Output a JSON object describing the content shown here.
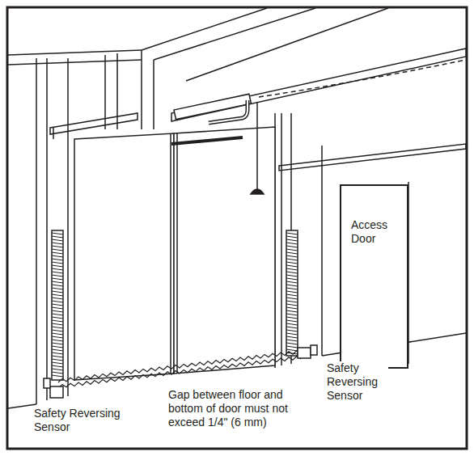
{
  "diagram": {
    "nodes": [
      {
        "text": [
          "Access Door"
        ]
      }
    ],
    "labels": [
      "Safety Reversing Sensor",
      "Gap between floor and bottom of door must not exceed 1/4\" (6 mm)",
      "Safety Reversing Sensor"
    ]
  }
}
